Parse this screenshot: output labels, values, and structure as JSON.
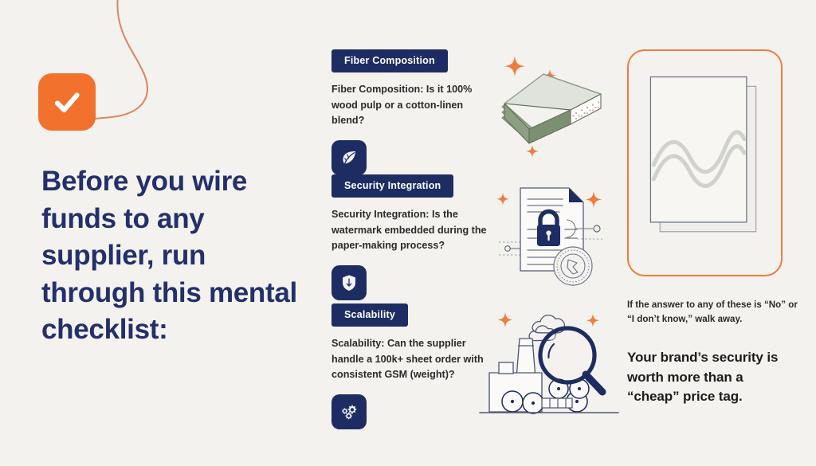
{
  "theme": {
    "background": "#f4f2ee",
    "navy": "#1d2d63",
    "headline_navy": "#23306b",
    "orange": "#f2712c",
    "frame_orange": "#ef7c3e",
    "sage": "#8b9c82",
    "body_text": "#2b2b2b"
  },
  "left": {
    "check_icon": "check-icon",
    "headline": "Before you wire funds to any supplier, run through this mental checklist:"
  },
  "sections": [
    {
      "pill_label": "Fiber Composition",
      "body": "Fiber Composition: Is it 100% wood pulp or a cotton-linen blend?",
      "icon": "leaf-icon",
      "illustration": "paper-stack-illustration"
    },
    {
      "pill_label": "Security Integration",
      "body": "Security Integration: Is the watermark embedded during the paper-making process?",
      "icon": "shield-icon",
      "illustration": "locked-document-illustration"
    },
    {
      "pill_label": "Scalability",
      "body": "Scalability: Can the supplier handle a 100k+ sheet order with consistent GSM (weight)?",
      "icon": "gears-icon",
      "illustration": "factory-magnifier-illustration"
    }
  ],
  "right": {
    "frame_icon": "watermarked-paper-sheets",
    "note_small": "If the answer to any of these is “No” or “I don’t know,” walk away.",
    "note_bold": "Your brand’s security is worth more than a “cheap” price tag."
  }
}
